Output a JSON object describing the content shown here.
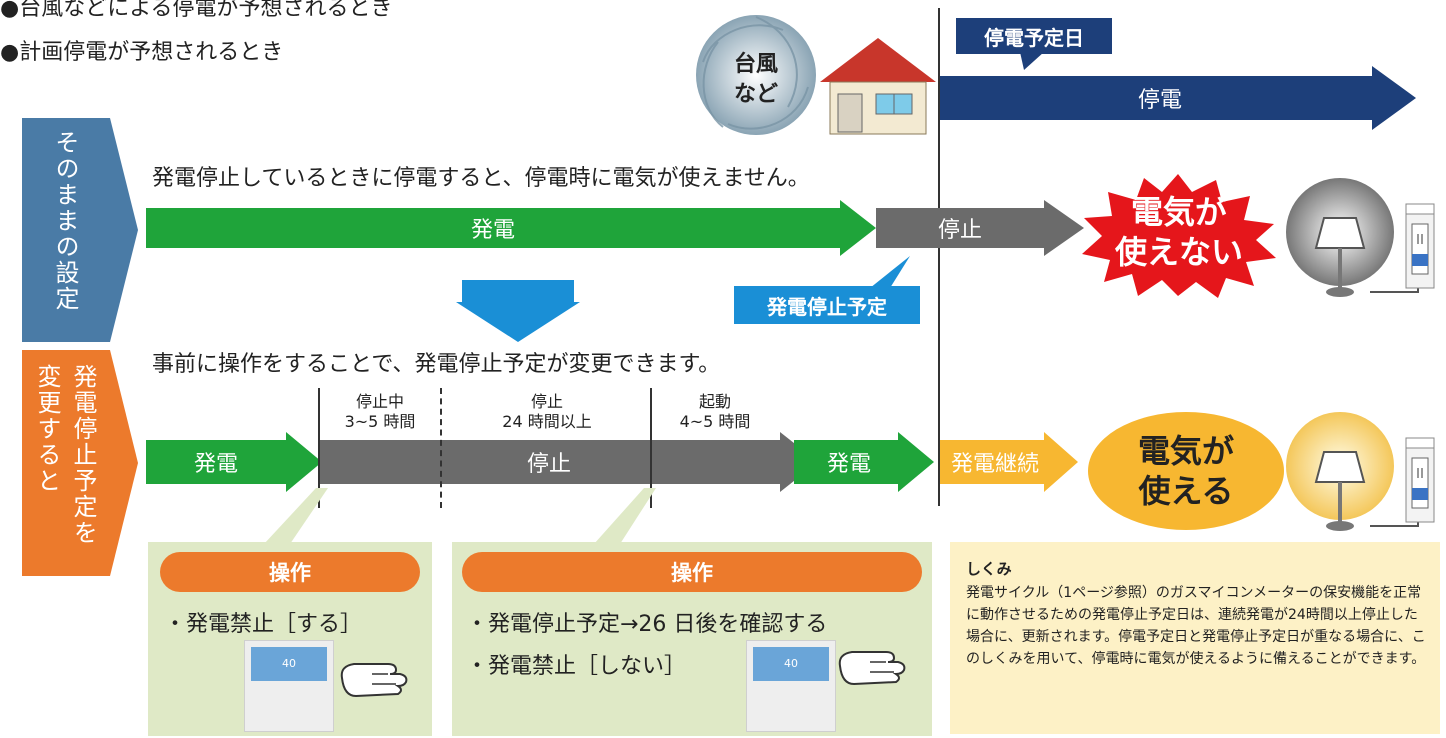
{
  "bullets": [
    "●台風などによる停電が予想されるとき",
    "●計画停電が予想されるとき"
  ],
  "typhoon_label": "台風\nなど",
  "outage_day_tag": "停電予定日",
  "outage_arrow": "停電",
  "left_tab_top": "そのままの設定",
  "left_tab_bottom_1": "発電停止予定を",
  "left_tab_bottom_2": "変更すると",
  "row1_caption": "発電停止しているときに停電すると、停電時に電気が使えません。",
  "row1_gen": "発電",
  "row1_stop": "停止",
  "gen_stop_tag": "発電停止予定",
  "burst_text": "電気が\n使えない",
  "row2_caption": "事前に操作をすることで、発電停止予定が変更できます。",
  "row2_gen1": "発電",
  "row2_stop": "停止",
  "row2_gen2": "発電",
  "row2_continue": "発電継続",
  "circle_text": "電気が\n使える",
  "steps": [
    {
      "title": "停止中",
      "sub": "3~5 時間"
    },
    {
      "title": "停止",
      "sub": "24 時間以上"
    },
    {
      "title": "起動",
      "sub": "4~5 時間"
    }
  ],
  "op1": {
    "pill": "操作",
    "items": [
      "・発電禁止［する］"
    ]
  },
  "op2": {
    "pill": "操作",
    "items": [
      "・発電停止予定→26 日後を確認する",
      "・発電禁止［しない］"
    ]
  },
  "remote_value": "40",
  "mechanism": {
    "title": "しくみ",
    "body": "発電サイクル（1ページ参照）のガスマイコンメーターの保安機能を正常に動作させるための発電停止予定日は、連続発電が24時間以上停止した場合に、更新されます。停電予定日と発電停止予定日が重なる場合に、このしくみを用いて、停電時に電気が使えるように備えることができます。"
  },
  "colors": {
    "green": "#1fa43a",
    "gray": "#6b6b6b",
    "navy": "#1d3f7a",
    "blue_tab": "#4a7ba6",
    "orange": "#ec7a2c",
    "red": "#e5161b",
    "yellow": "#f7b731"
  }
}
